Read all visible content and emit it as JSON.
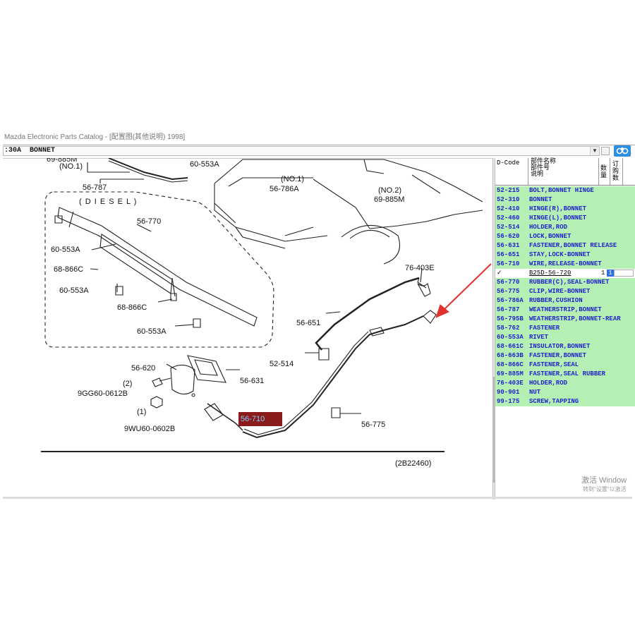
{
  "window": {
    "title": "Mazda Electronic Parts Catalog - [配置图(其他说明) 1998]",
    "section_code": ":30A",
    "section_name": "BONNET"
  },
  "diagram": {
    "labels": {
      "l_69885m_top": "69-885M",
      "l_no1_top": "(NO.1)",
      "l_60553a_top": "60-553A",
      "l_56787": "56-787",
      "l_diesel": "( D I E S E L )",
      "l_56770": "56-770",
      "l_60553a_1": "60-553A",
      "l_68866c_1": "68-866C",
      "l_60553a_2": "60-553A",
      "l_68866c_2": "68-866C",
      "l_60553a_3": "60-553A",
      "l_no1_mid": "(NO.1)",
      "l_56786a": "56-786A",
      "l_no2": "(NO.2)",
      "l_69885m_mid": "69-885M",
      "l_76403e": "76-403E",
      "l_56651": "56-651",
      "l_52514": "52-514",
      "l_56620": "56-620",
      "l_56631": "56-631",
      "l_2": "(2)",
      "l_9gg60": "9GG60-0612B",
      "l_1": "(1)",
      "l_9wu60": "9WU60-0602B",
      "l_56710": "56-710",
      "l_56775": "56-775",
      "l_ref": "(2B22460)"
    },
    "highlight_color": "#8b1a1a",
    "arrow_color": "#e03030"
  },
  "parts_header": {
    "col1": "D-Code",
    "col2_line1": "部件名称",
    "col2_line2": "部件号",
    "col2_line3": "说明",
    "col3": "数量",
    "col4": "订购数"
  },
  "parts": [
    {
      "code": "52-215",
      "name": "BOLT,BONNET HINGE"
    },
    {
      "code": "52-310",
      "name": "BONNET"
    },
    {
      "code": "52-410",
      "name": "HINGE(R),BONNET"
    },
    {
      "code": "52-460",
      "name": "HINGE(L),BONNET"
    },
    {
      "code": "52-514",
      "name": "HOLDER,ROD"
    },
    {
      "code": "56-620",
      "name": "LOCK,BONNET"
    },
    {
      "code": "56-631",
      "name": "FASTENER,BONNET RELEASE"
    },
    {
      "code": "56-651",
      "name": "STAY,LOCK-BONNET"
    },
    {
      "code": "56-710",
      "name": "WIRE,RELEASE-BONNET"
    }
  ],
  "selected_part": {
    "check": "✓",
    "part_no": "B25D-56-720",
    "qty": "1",
    "order": "1"
  },
  "parts_after": [
    {
      "code": "56-770",
      "name": "RUBBER(C),SEAL-BONNET"
    },
    {
      "code": "56-775",
      "name": "CLIP,WIRE-BONNET"
    },
    {
      "code": "56-786A",
      "name": "RUBBER,CUSHION"
    },
    {
      "code": "56-787",
      "name": "WEATHERSTRIP,BONNET"
    },
    {
      "code": "56-795B",
      "name": "WEATHERSTRIP,BONNET-REAR"
    },
    {
      "code": "58-762",
      "name": "FASTENER"
    },
    {
      "code": "60-553A",
      "name": "RIVET"
    },
    {
      "code": "68-661C",
      "name": "INSULATOR,BONNET"
    },
    {
      "code": "68-663B",
      "name": "FASTENER,BONNET"
    },
    {
      "code": "68-866C",
      "name": "FASTENER,SEAL"
    },
    {
      "code": "69-885M",
      "name": "FASTENER,SEAL RUBBER"
    },
    {
      "code": "76-403E",
      "name": "HOLDER,ROD"
    },
    {
      "code": "90-901",
      "name": "NUT"
    },
    {
      "code": "99-175",
      "name": "SCREW,TAPPING"
    }
  ],
  "watermark": {
    "line1": "激活 Window",
    "line2": "转到\"设置\"以激活"
  }
}
